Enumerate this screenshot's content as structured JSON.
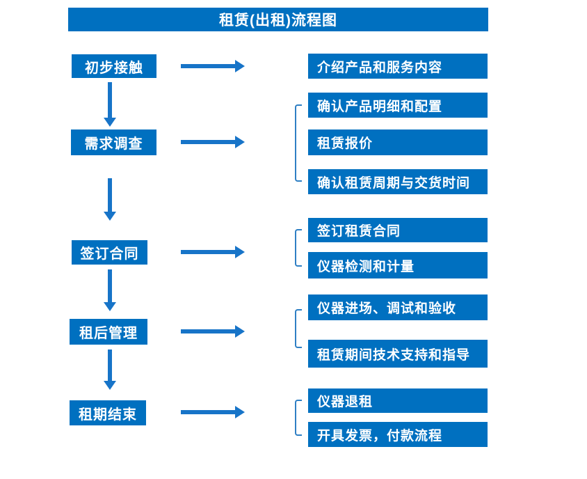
{
  "title": "租赁(出租)流程图",
  "colors": {
    "box_blue": "#0070C0",
    "arrow_blue": "#1774C8",
    "bracket_blue": "#2E7FC4",
    "text": "#FFFFFF",
    "background": "#FFFFFF"
  },
  "steps": [
    {
      "label": "初步接触",
      "details": [
        "介绍产品和服务内容"
      ]
    },
    {
      "label": "需求调查",
      "details": [
        "确认产品明细和配置",
        "租赁报价",
        "确认租赁周期与交货时间"
      ]
    },
    {
      "label": "签订合同",
      "details": [
        "签订租赁合同",
        "仪器检测和计量"
      ]
    },
    {
      "label": "租后管理",
      "details": [
        "仪器进场、调试和验收",
        "租赁期间技术支持和指导"
      ]
    },
    {
      "label": "租期结束",
      "details": [
        "仪器退租",
        "开具发票，付款流程"
      ]
    }
  ]
}
